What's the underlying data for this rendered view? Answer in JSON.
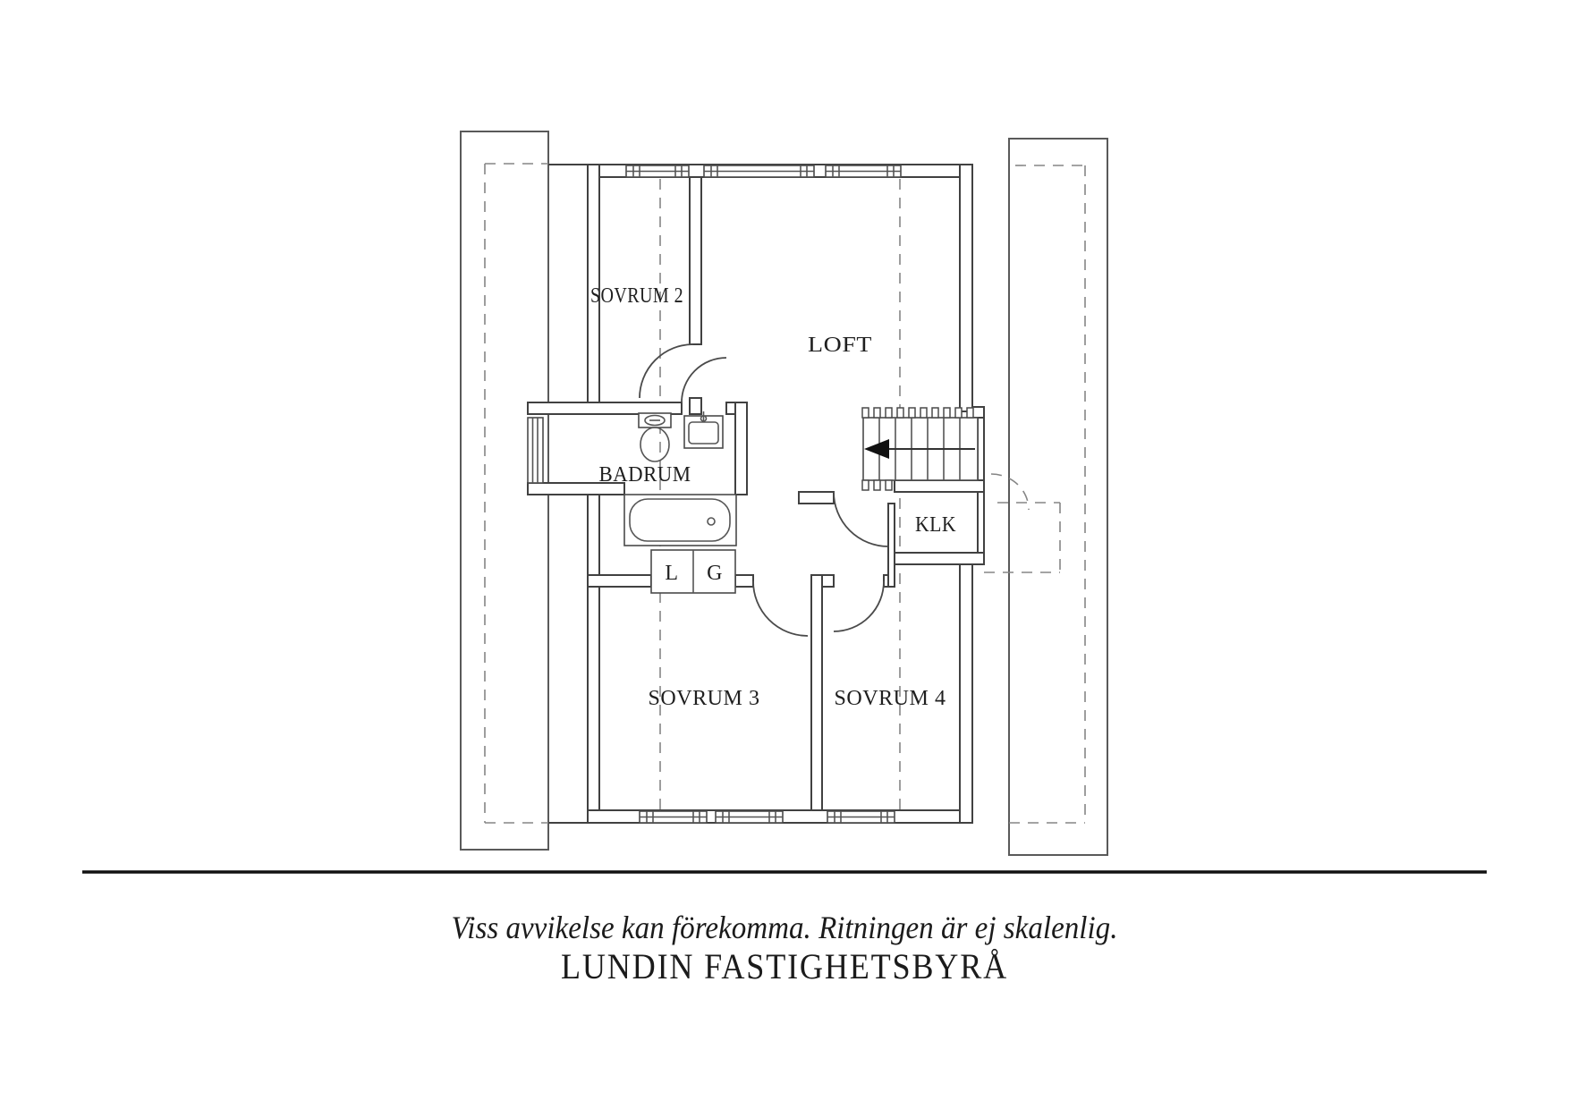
{
  "floorplan": {
    "rooms": [
      {
        "id": "sovrum2",
        "label": "SOVRUM 2"
      },
      {
        "id": "loft",
        "label": "LOFT"
      },
      {
        "id": "badrum",
        "label": "BADRUM"
      },
      {
        "id": "klk",
        "label": "KLK"
      },
      {
        "id": "sovrum3",
        "label": "SOVRUM 3"
      },
      {
        "id": "sovrum4",
        "label": "SOVRUM 4"
      }
    ],
    "closets": [
      {
        "id": "linen",
        "label": "L"
      },
      {
        "id": "wardrobe",
        "label": "G"
      }
    ]
  },
  "footer": {
    "disclaimer": "Viss avvikelse kan förekomma. Ritningen är ej skalenlig.",
    "brand": "LUNDIN FASTIGHETSBYRÅ"
  },
  "colors": {
    "line": "#414141",
    "dashed_line": "#858585",
    "text": "#1f1f1f",
    "background": "#ffffff"
  }
}
